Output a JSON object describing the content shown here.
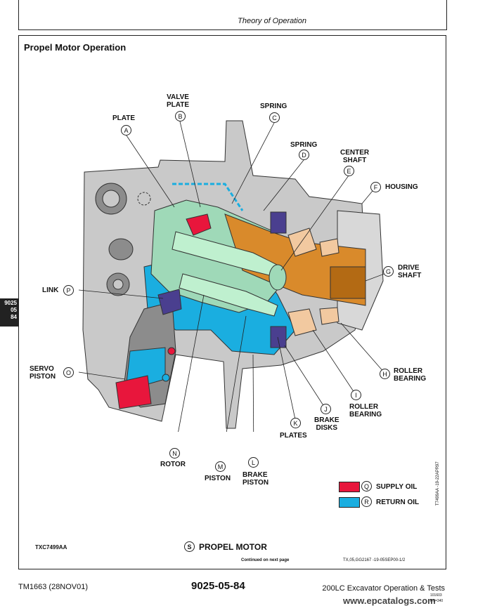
{
  "header": {
    "title": "Theory of Operation"
  },
  "section": {
    "title": "Propel Motor Operation"
  },
  "side_tab": {
    "line1": "9025",
    "line2": "05",
    "line3": "84"
  },
  "callouts": {
    "A": {
      "letter": "A",
      "name": "PLATE"
    },
    "B": {
      "letter": "B",
      "name1": "VALVE",
      "name2": "PLATE"
    },
    "C": {
      "letter": "C",
      "name": "SPRING"
    },
    "D": {
      "letter": "D",
      "name": "SPRING"
    },
    "E": {
      "letter": "E",
      "name1": "CENTER",
      "name2": "SHAFT"
    },
    "F": {
      "letter": "F",
      "name": "HOUSING"
    },
    "G": {
      "letter": "G",
      "name1": "DRIVE",
      "name2": "SHAFT"
    },
    "H": {
      "letter": "H",
      "name1": "ROLLER",
      "name2": "BEARING"
    },
    "I": {
      "letter": "I",
      "name1": "ROLLER",
      "name2": "BEARING"
    },
    "J": {
      "letter": "J",
      "name1": "BRAKE",
      "name2": "DISKS"
    },
    "K": {
      "letter": "K",
      "name": "PLATES"
    },
    "L": {
      "letter": "L",
      "name1": "BRAKE",
      "name2": "PISTON"
    },
    "M": {
      "letter": "M",
      "name": "PISTON"
    },
    "N": {
      "letter": "N",
      "name": "ROTOR"
    },
    "O": {
      "letter": "O",
      "name1": "SERVO",
      "name2": "PISTON"
    },
    "P": {
      "letter": "P",
      "name": "LINK"
    }
  },
  "legend": [
    {
      "letter": "Q",
      "label": "SUPPLY OIL",
      "color": "#e8163c"
    },
    {
      "letter": "R",
      "label": "RETURN OIL",
      "color": "#1aaee0"
    }
  ],
  "figure": {
    "id": "TXC7499AA",
    "letter": "S",
    "title": "PROPEL MOTOR",
    "vertical_code": "T7499AA  -19-22APR97"
  },
  "continued": "Continued on next page",
  "doc_code": "TX,05,GG2167  -19-05SEP00-1/2",
  "footer": {
    "left": "TM1663 (28NOV01)",
    "center": "9025-05-84",
    "right": "200LC Excavator Operation & Tests",
    "page_num": "101603",
    "page_ref": "PN=340"
  },
  "watermark": "www.epcatalogs.com",
  "colors": {
    "body_gray": "#c9c9c9",
    "dark_gray": "#8c8c8c",
    "green": "#9fd9b8",
    "orange": "#d98a2b",
    "peach": "#f2c9a0",
    "purple": "#4a3f8f"
  }
}
